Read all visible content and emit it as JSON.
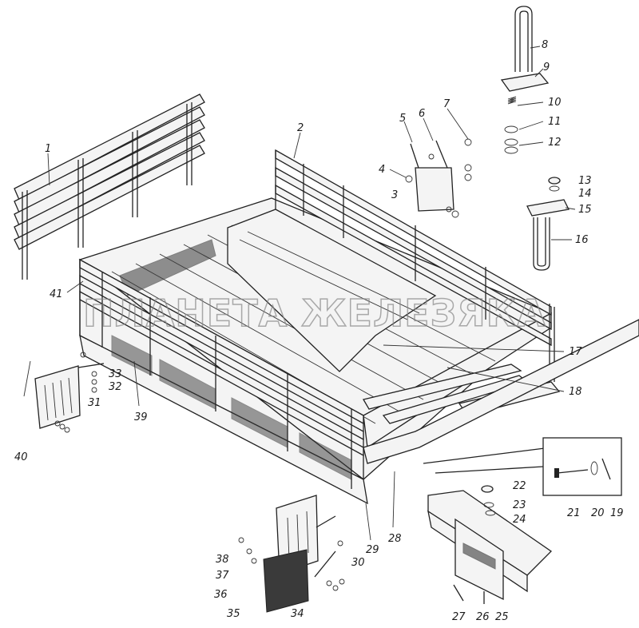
{
  "watermark": "ПЛАНЕТА ЖЕЛЕЗЯКА",
  "callouts": [
    "1",
    "2",
    "3",
    "4",
    "5",
    "6",
    "7",
    "8",
    "9",
    "10",
    "11",
    "12",
    "13",
    "14",
    "15",
    "16",
    "17",
    "18",
    "19",
    "20",
    "21",
    "22",
    "23",
    "24",
    "25",
    "26",
    "27",
    "28",
    "29",
    "30",
    "31",
    "32",
    "33",
    "34",
    "35",
    "36",
    "37",
    "38",
    "39",
    "40",
    "41"
  ]
}
